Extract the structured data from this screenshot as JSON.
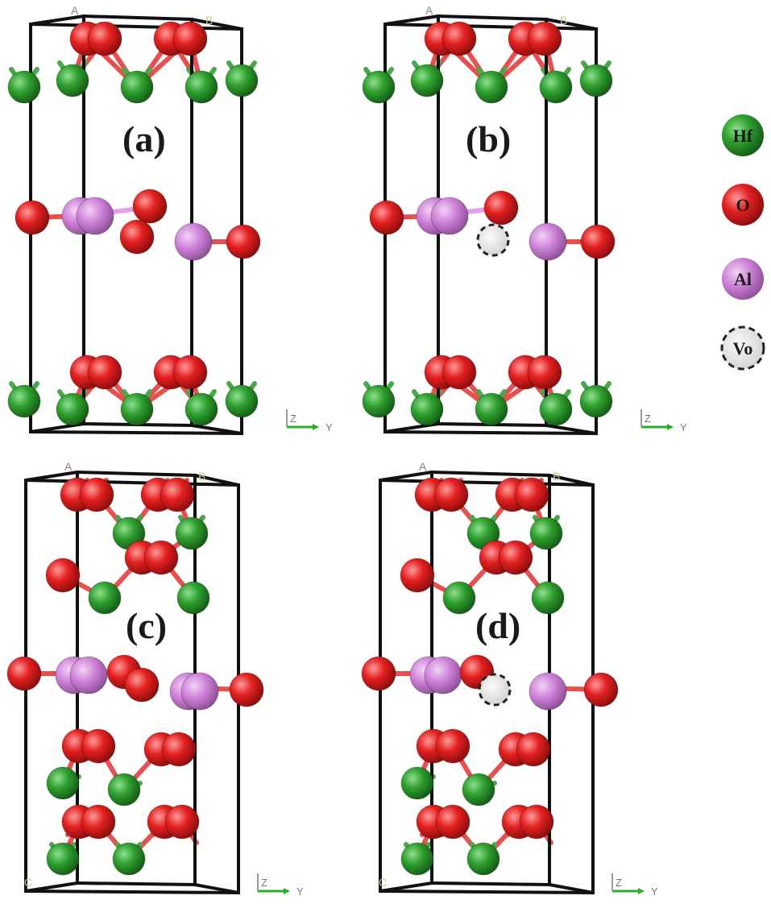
{
  "panels": {
    "a": {
      "label": "(a)"
    },
    "b": {
      "label": "(b)"
    },
    "c": {
      "label": "(c)"
    },
    "d": {
      "label": "(d)"
    }
  },
  "legend": {
    "hf": {
      "label": "Hf",
      "color": "#2e8b2e"
    },
    "o": {
      "label": "O",
      "color": "#e02020"
    },
    "al": {
      "label": "Al",
      "color": "#d184d8"
    },
    "vo": {
      "label": "Vo",
      "color": "#e8e8e8"
    }
  },
  "corner_labels": {
    "a": "A",
    "b": "B",
    "c": "C"
  },
  "axes": {
    "z": "Z",
    "y": "Y"
  },
  "colors": {
    "hf": "#2fa02f",
    "o": "#e32020",
    "al": "#cc7fd6",
    "vo": "#e6e6e6",
    "bond_o": "#e85050",
    "bond_hf": "#4aa84a",
    "bond_al": "#e3a0e6"
  }
}
